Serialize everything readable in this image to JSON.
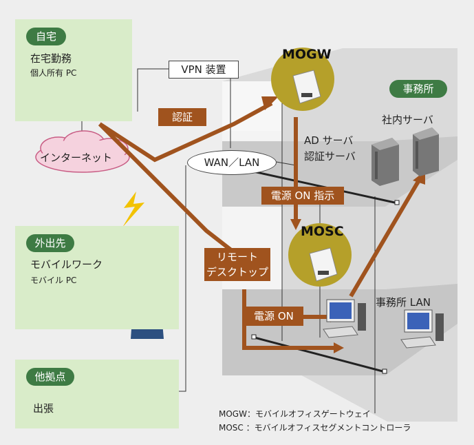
{
  "locations": {
    "home": {
      "tag": "自宅",
      "title": "在宅勤務",
      "subtitle": "個人所有 PC"
    },
    "outside": {
      "tag": "外出先",
      "title": "モバイルワーク",
      "subtitle": "モバイル PC"
    },
    "branch": {
      "tag": "他拠点",
      "title": "出張"
    },
    "office": {
      "tag": "事務所"
    }
  },
  "network": {
    "internet": "インターネット",
    "vpn": "VPN 装置",
    "wan_lan": "WAN／LAN",
    "office_lan": "事務所 LAN"
  },
  "devices": {
    "mogw": "MOGW",
    "mosc": "MOSC",
    "internal_server": "社内サーバ",
    "ad_server_line1": "AD サーバ",
    "ad_server_line2": "認証サーバ"
  },
  "flows": {
    "auth": "認証",
    "power_on_instruction": "電源 ON 指示",
    "remote_desktop_line1": "リモート",
    "remote_desktop_line2": "デスクトップ",
    "power_on": "電源 ON"
  },
  "legend": {
    "mogw": "MOGW：モバイルオフィスゲートウェイ",
    "mosc": "MOSC  ：モバイルオフィスセグメントコントローラ"
  },
  "colors": {
    "flow_brown": "#a0531e",
    "device_gold": "#b5a02a",
    "tag_green": "#3e7b44",
    "location_bg": "#d9ecc9",
    "cloud_pink": "#f5d2de"
  }
}
